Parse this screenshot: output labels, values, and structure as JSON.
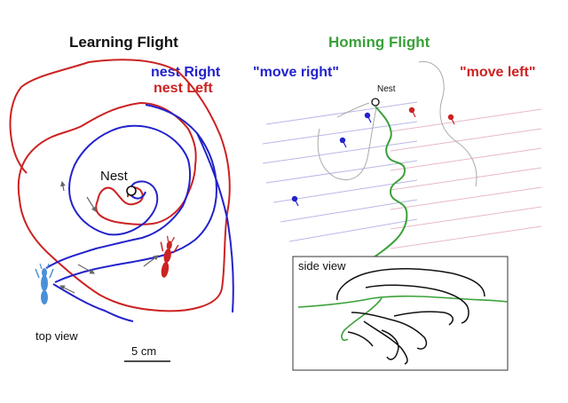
{
  "learning": {
    "title": "Learning Flight",
    "legend_right": "nest Right",
    "legend_left": "nest Left",
    "nest_label": "Nest",
    "view_label": "top view",
    "scale_label": "5 cm"
  },
  "homing": {
    "title": "Homing Flight",
    "move_right": "\"move right\"",
    "move_left": "\"move left\"",
    "nest_label": "Nest",
    "side_view_label": "side view"
  },
  "colors": {
    "right": "#2222cc",
    "left": "#cc2222",
    "homing": "#3aa13a",
    "bee": "#4a90d9",
    "ink": "#111111",
    "grey": "#777777",
    "guide_blue": "#b8b8e8",
    "guide_red": "#e8b8c8"
  }
}
